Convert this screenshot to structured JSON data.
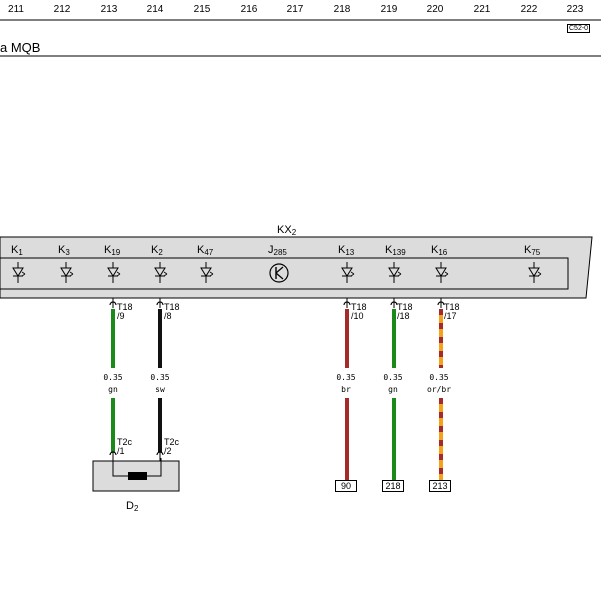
{
  "column_numbers": [
    "211",
    "212",
    "213",
    "214",
    "215",
    "216",
    "217",
    "218",
    "219",
    "220",
    "221",
    "222",
    "223"
  ],
  "page_ref": "C52-0",
  "title": "a MQB",
  "panel": {
    "name": "KX",
    "name_sub": "2"
  },
  "components": [
    {
      "id": "k1",
      "base": "K",
      "sub": "1",
      "symbol": "diode"
    },
    {
      "id": "k3",
      "base": "K",
      "sub": "3",
      "symbol": "diode"
    },
    {
      "id": "k19",
      "base": "K",
      "sub": "19",
      "symbol": "diode"
    },
    {
      "id": "k2",
      "base": "K",
      "sub": "2",
      "symbol": "diode"
    },
    {
      "id": "k47",
      "base": "K",
      "sub": "47",
      "symbol": "diode"
    },
    {
      "id": "j285",
      "base": "J",
      "sub": "285",
      "symbol": "transistor"
    },
    {
      "id": "k13",
      "base": "K",
      "sub": "13",
      "symbol": "diode"
    },
    {
      "id": "k139",
      "base": "K",
      "sub": "139",
      "symbol": "diode"
    },
    {
      "id": "k16",
      "base": "K",
      "sub": "16",
      "symbol": "diode"
    },
    {
      "id": "k75",
      "base": "K",
      "sub": "75",
      "symbol": "diode"
    }
  ],
  "wires": [
    {
      "id": "w1",
      "pin_top": "T18",
      "pin_top_num": "/9",
      "size": "0.35",
      "color_code": "gn",
      "color": "#1a8a1a",
      "pin_bot": "T2c",
      "pin_bot_num": "/1",
      "end": "D2"
    },
    {
      "id": "w2",
      "pin_top": "T18",
      "pin_top_num": "/8",
      "size": "0.35",
      "color_code": "sw",
      "color": "#111111",
      "pin_bot": "T2c",
      "pin_bot_num": "/2",
      "end": "D2"
    },
    {
      "id": "w3",
      "pin_top": "T18",
      "pin_top_num": "/10",
      "size": "0.35",
      "color_code": "br",
      "color": "#a52a2a",
      "end_ref": "90"
    },
    {
      "id": "w4",
      "pin_top": "T18",
      "pin_top_num": "/18",
      "size": "0.35",
      "color_code": "gn",
      "color": "#1a8a1a",
      "end_ref": "218"
    },
    {
      "id": "w5",
      "pin_top": "T18",
      "pin_top_num": "/17",
      "size": "0.35",
      "color_code": "or/br",
      "color": "#f2a21b",
      "color2": "#a52a2a",
      "end_ref": "213"
    }
  ],
  "device": {
    "base": "D",
    "sub": "2"
  }
}
